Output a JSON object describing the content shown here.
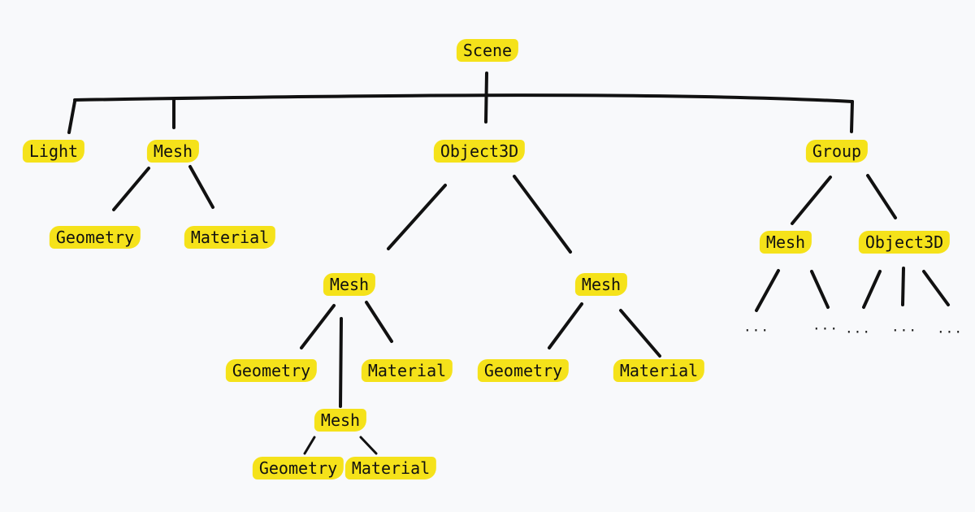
{
  "highlight_color": "#f5e21a",
  "line_color": "#111111",
  "background_color": "#f8f9fb",
  "nodes": {
    "scene": "Scene",
    "light": "Light",
    "mesh_1": "Mesh",
    "object3d_1": "Object3D",
    "group": "Group",
    "geometry_1": "Geometry",
    "material_1": "Material",
    "mesh_2": "Mesh",
    "mesh_3": "Mesh",
    "geometry_2": "Geometry",
    "material_2": "Material",
    "mesh_4": "Mesh",
    "geometry_3": "Geometry",
    "material_3": "Material",
    "geometry_4": "Geometry",
    "material_4": "Material",
    "mesh_5": "Mesh",
    "object3d_2": "Object3D"
  },
  "ellipsis": "..."
}
